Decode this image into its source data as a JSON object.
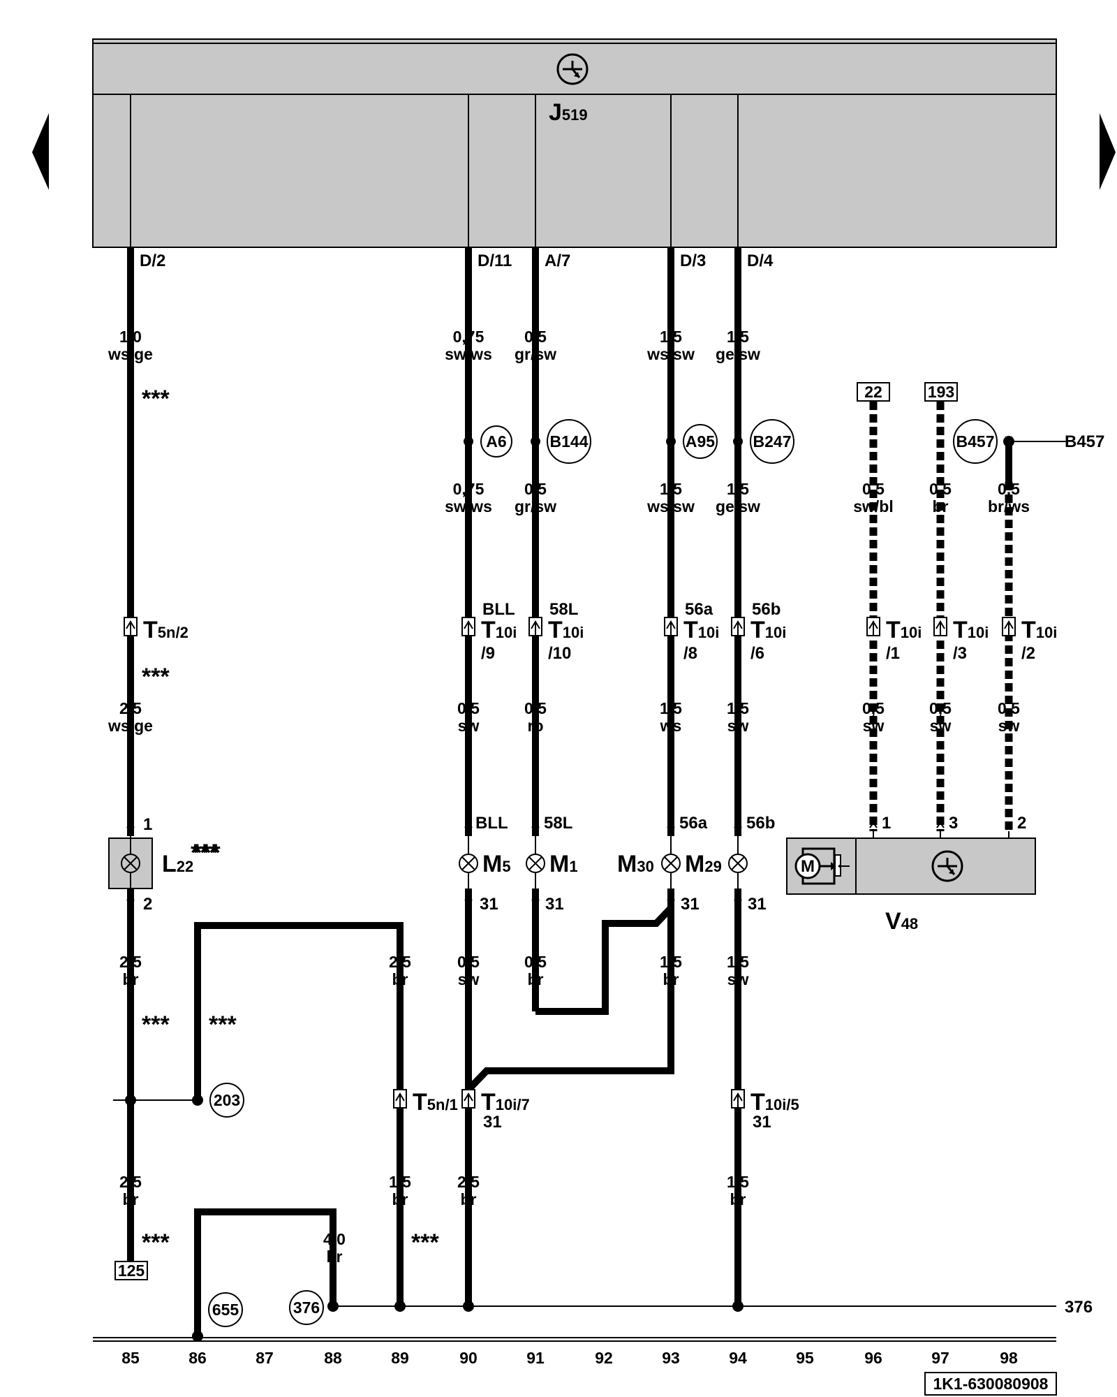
{
  "control_unit": {
    "name": "J",
    "index": "519"
  },
  "unit_pins": [
    "D/2",
    "D/11",
    "A/7",
    "D/3",
    "D/4"
  ],
  "wire_sections": {
    "w85_top": [
      "1,0",
      "ws/ge"
    ],
    "w90_top": [
      "0,75",
      "sw/ws"
    ],
    "w91_top": [
      "0,5",
      "gr/sw"
    ],
    "w93_top": [
      "1,5",
      "ws/sw"
    ],
    "w94_top": [
      "1,5",
      "ge/sw"
    ],
    "w90_mid": [
      "0,75",
      "sw/ws"
    ],
    "w91_mid": [
      "0,5",
      "gr/sw"
    ],
    "w93_mid": [
      "1,5",
      "ws/sw"
    ],
    "w94_mid": [
      "1,5",
      "ge/sw"
    ],
    "w96_mid": [
      "0,5",
      "sw/bl"
    ],
    "w97_mid": [
      "0,5",
      "br"
    ],
    "w98_mid": [
      "0,5",
      "br/ws"
    ],
    "w85_low": [
      "2,5",
      "ws/ge"
    ],
    "w90_low": [
      "0,5",
      "sw"
    ],
    "w91_low": [
      "0,5",
      "ro"
    ],
    "w93_low": [
      "1,5",
      "ws"
    ],
    "w94_low": [
      "1,5",
      "sw"
    ],
    "w96_low": [
      "0,5",
      "sw"
    ],
    "w97_low": [
      "0,5",
      "sw"
    ],
    "w98_low": [
      "0,5",
      "sw"
    ],
    "w85_gnd": [
      "2,5",
      "br"
    ],
    "w89_gnd": [
      "2,5",
      "br"
    ],
    "w90_gnd": [
      "0,5",
      "sw"
    ],
    "w91_gnd": [
      "0,5",
      "br"
    ],
    "w93_gnd": [
      "1,5",
      "br"
    ],
    "w94_gnd": [
      "1,5",
      "sw"
    ],
    "w85_bot": [
      "2,5",
      "br"
    ],
    "w89_bot": [
      "1,5",
      "br"
    ],
    "w90_bot": [
      "2,5",
      "br"
    ],
    "w94_bot": [
      "1,5",
      "br"
    ],
    "w88_bot": [
      "4,0",
      "br"
    ]
  },
  "asterisks": "***",
  "connection_points": [
    "A6",
    "B144",
    "A95",
    "B247",
    "B457",
    "203",
    "655",
    "376"
  ],
  "ref_boxes": [
    "22",
    "193",
    "125"
  ],
  "side_refs": {
    "b457": "B457",
    "ground376": "376"
  },
  "connectors": {
    "t5n": {
      "name": "T",
      "sub": "5n/2"
    },
    "t5n1": {
      "name": "T",
      "sub": "5n/1"
    },
    "t10i": {
      "name": "T",
      "sub": "10i"
    },
    "t10i7": {
      "name": "T",
      "sub": "10i/7"
    },
    "t10i5": {
      "name": "T",
      "sub": "10i/5"
    },
    "pins": [
      "/9",
      "/10",
      "/8",
      "/6",
      "/1",
      "/3",
      "/2"
    ],
    "terminals": [
      "BLL",
      "58L",
      "56a",
      "56b"
    ],
    "ground_terminal": "31"
  },
  "lamp_pins": [
    "BLL",
    "58L",
    "56a",
    "56b",
    "31",
    "31",
    "31",
    "31"
  ],
  "motor_pins": [
    "1",
    "3",
    "2"
  ],
  "components": {
    "l22": {
      "name": "L",
      "sub": "22",
      "pin_top": "1",
      "pin_bot": "2"
    },
    "m5": {
      "name": "M",
      "sub": "5"
    },
    "m1": {
      "name": "M",
      "sub": "1"
    },
    "m30": {
      "name": "M",
      "sub": "30"
    },
    "m29": {
      "name": "M",
      "sub": "29"
    },
    "v48": {
      "name": "V",
      "sub": "48",
      "motor": "M"
    }
  },
  "columns": [
    "85",
    "86",
    "87",
    "88",
    "89",
    "90",
    "91",
    "92",
    "93",
    "94",
    "95",
    "96",
    "97",
    "98"
  ],
  "drawing_number": "1K1-630080908"
}
